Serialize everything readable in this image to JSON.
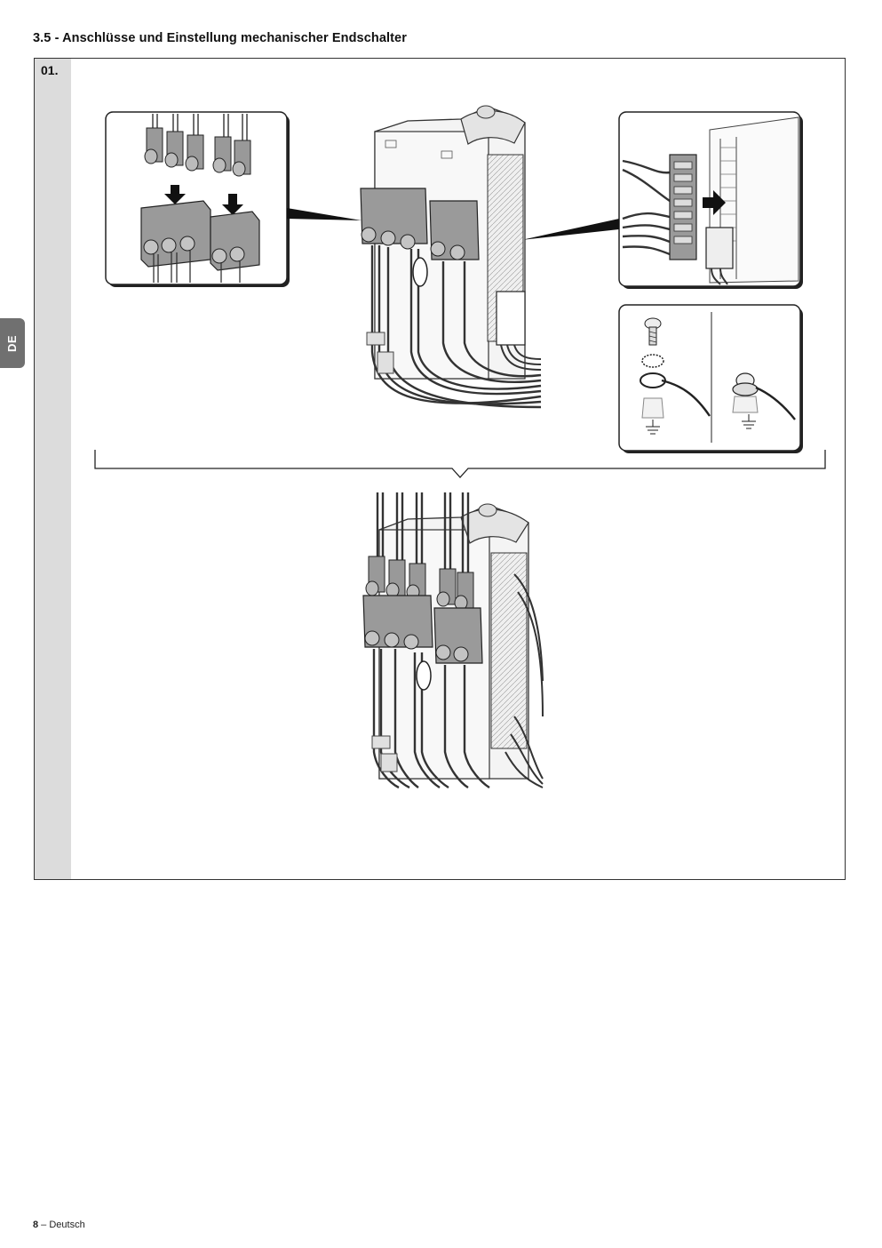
{
  "page": {
    "title": "3.5 - Anschlüsse und Einstellung mechanischer Endschalter",
    "language_tab": "DE"
  },
  "figure": {
    "step_number": "01."
  },
  "footer": {
    "page_number": "8",
    "separator": " – ",
    "language": "Deutsch"
  },
  "icons": {
    "insert_arrow": "arrow-down-icon",
    "connector_arrow": "arrow-right-icon",
    "ground": "ground-symbol-icon",
    "screw": "screw-icon"
  }
}
